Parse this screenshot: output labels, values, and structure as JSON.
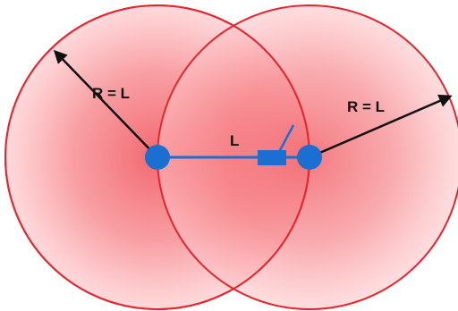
{
  "labels": {
    "radius_left": "R = L",
    "radius_right": "R = L",
    "distance": "L"
  },
  "colors": {
    "circle_stroke": "#e8232b",
    "circle_fill_center": "#f0525a",
    "circle_fill_edge": "#ffd9db",
    "node": "#1a6fd1",
    "link": "#1a6fd1",
    "arrow": "#111111"
  }
}
